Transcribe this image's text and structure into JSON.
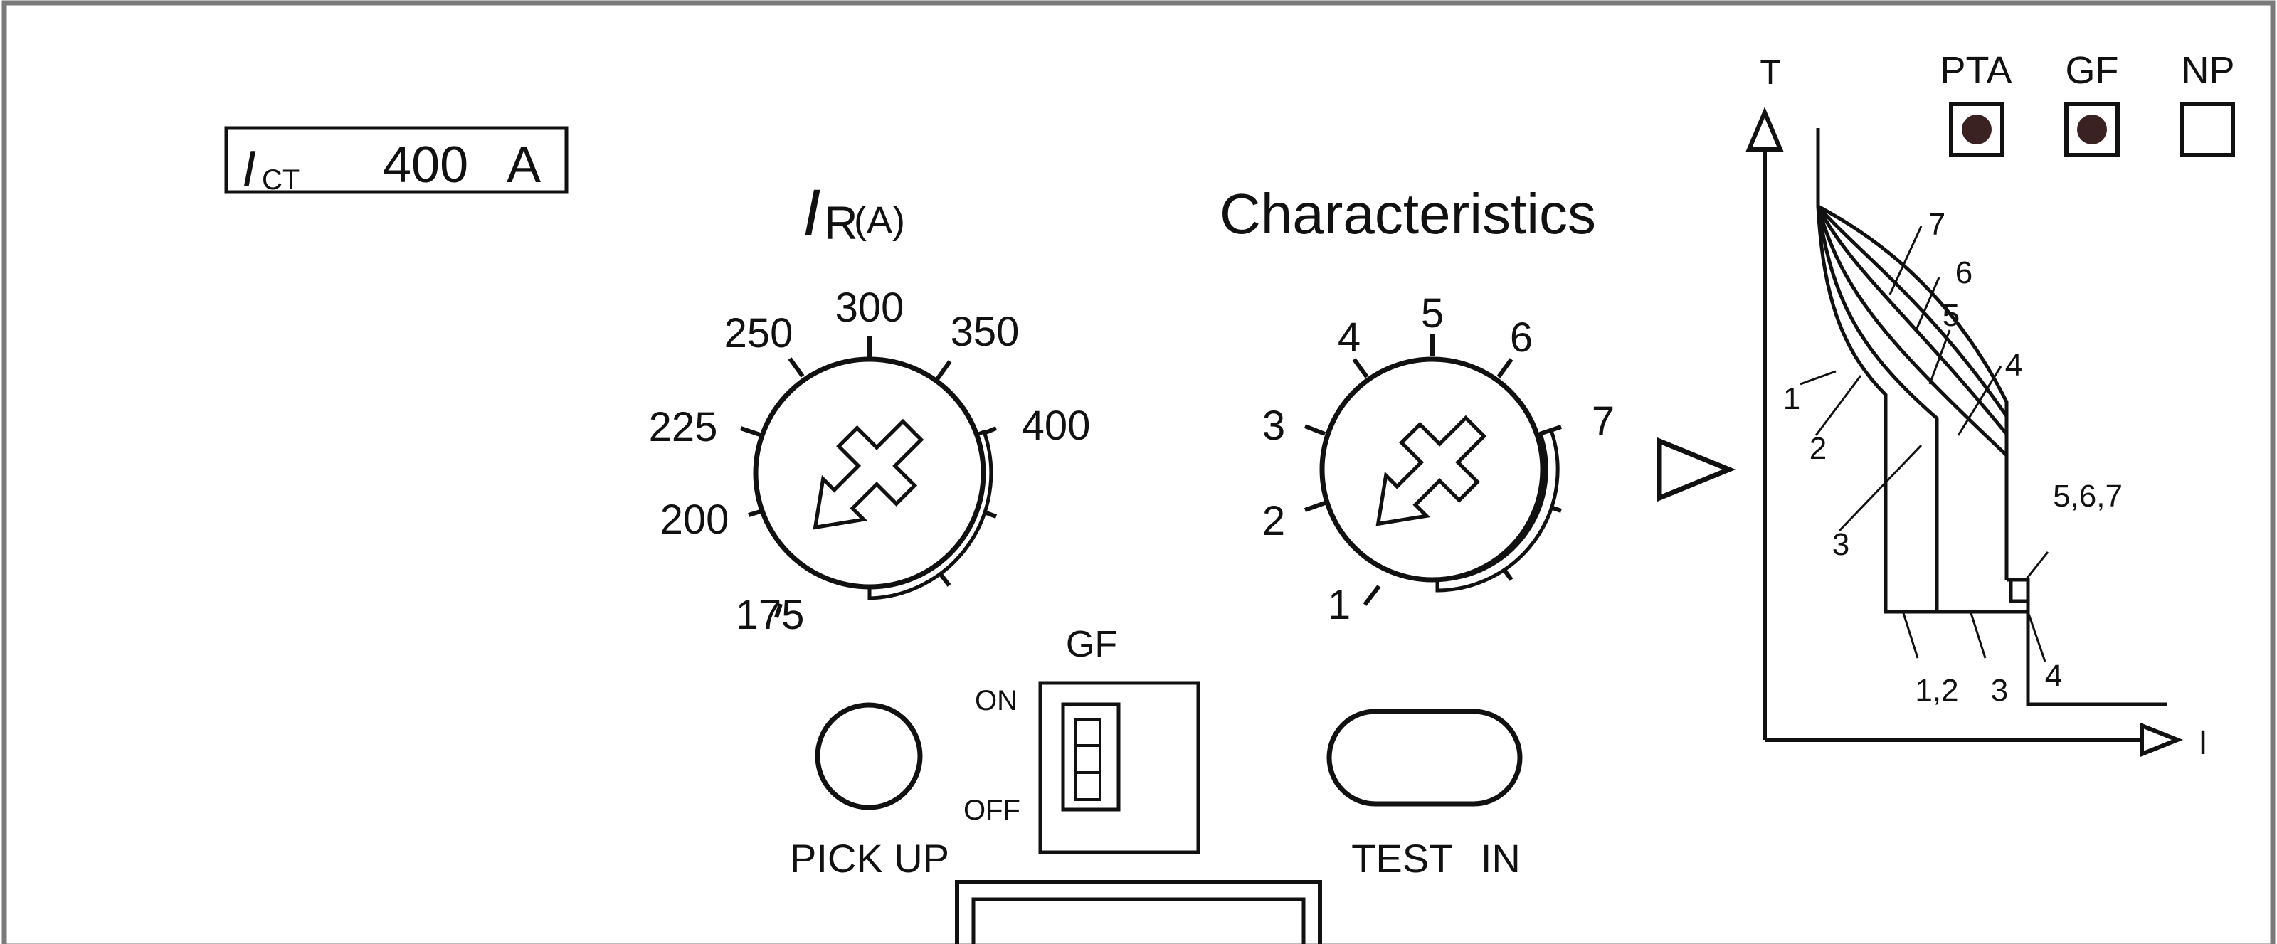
{
  "nameplate": {
    "symbol": "I",
    "subscript": "CT",
    "value": "400",
    "unit": "A"
  },
  "ir_dial": {
    "symbol": "I",
    "subscript": "R",
    "unit": "(A)",
    "ticks": [
      "175",
      "200",
      "225",
      "250",
      "300",
      "350",
      "400"
    ]
  },
  "char_dial": {
    "title": "Characteristics",
    "ticks": [
      "1",
      "2",
      "3",
      "4",
      "5",
      "6",
      "7"
    ]
  },
  "gf_switch": {
    "title": "GF",
    "on_label": "ON",
    "off_label": "OFF"
  },
  "buttons": {
    "pickup_label": "PICK UP",
    "test_label": "TEST IN"
  },
  "indicators": [
    {
      "label": "PTA",
      "lit": true
    },
    {
      "label": "GF",
      "lit": true
    },
    {
      "label": "NP",
      "lit": false
    }
  ],
  "graph": {
    "y_axis_label": "T",
    "x_axis_label": "I",
    "curve_labels": [
      "1",
      "2",
      "3",
      "4",
      "5",
      "6",
      "7"
    ],
    "bottom_labels": [
      "1,2",
      "3",
      "4"
    ],
    "step_label": "5,6,7"
  },
  "colors": {
    "panel_border": "#777777",
    "ink": "#111111",
    "led": "#3a2222"
  }
}
